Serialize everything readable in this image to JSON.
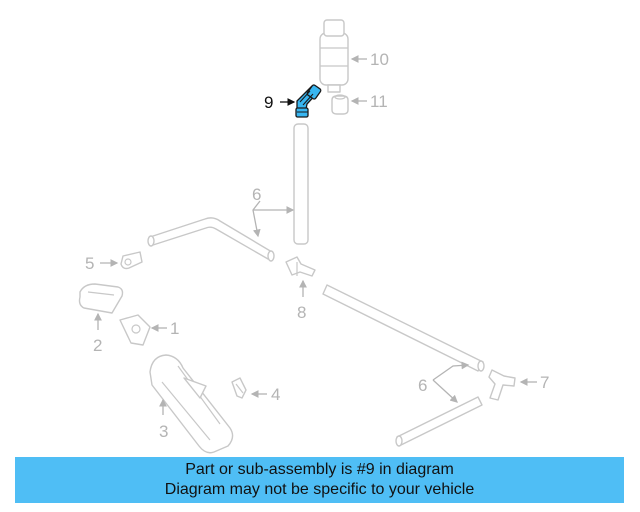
{
  "callouts": {
    "c1": "1",
    "c2": "2",
    "c3": "3",
    "c4": "4",
    "c5": "5",
    "c6a": "6",
    "c6b": "6",
    "c7": "7",
    "c8": "8",
    "c9": "9",
    "c10": "10",
    "c11": "11"
  },
  "highlighted_part": "9",
  "colors": {
    "highlight": "#38b6f1",
    "banner": "#4fbef5",
    "muted": "#b4b4b4"
  },
  "banner": {
    "line1": "Part or sub-assembly is #9 in diagram",
    "line2": "Diagram may not be specific to your vehicle"
  }
}
